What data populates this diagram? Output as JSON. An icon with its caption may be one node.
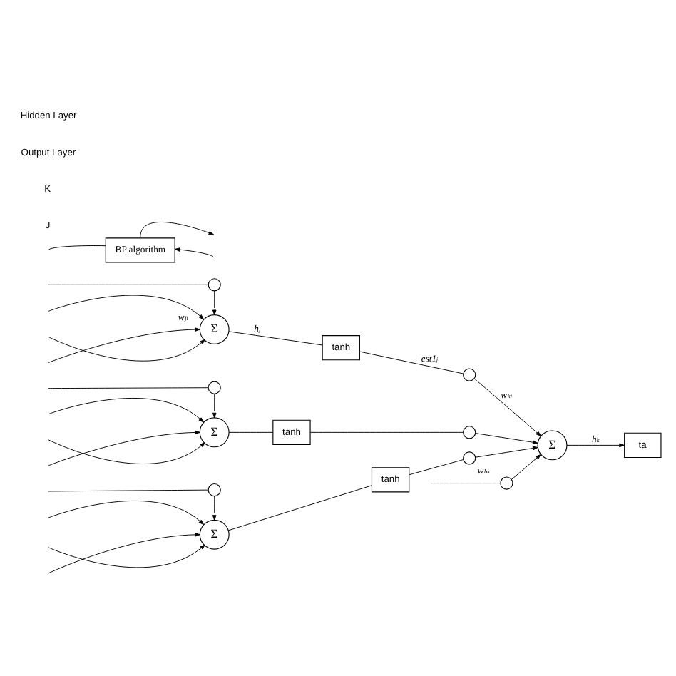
{
  "diagram": {
    "nodes": [
      {
        "text": [],
        "shape": "circle"
      },
      {
        "text": [
          "Σ"
        ]
      },
      {
        "text": [
          "tanh"
        ]
      },
      {
        "text": [],
        "shape": "circle"
      },
      {
        "text": [
          "Σ"
        ]
      },
      {
        "text": [
          "tanh"
        ]
      },
      {
        "text": [],
        "shape": "circle"
      },
      {
        "text": [
          "Σ"
        ]
      },
      {
        "text": [
          "tanh"
        ]
      },
      {
        "text": [],
        "shape": "circle"
      },
      {
        "text": [],
        "shape": "circle"
      },
      {
        "text": [],
        "shape": "circle"
      },
      {
        "text": [],
        "shape": "circle"
      },
      {
        "text": [
          "Σ"
        ]
      },
      {
        "text": [
          "ta"
        ]
      },
      {
        "text": [
          "BP algorithm"
        ]
      }
    ],
    "edges": [
      {
        "from": null,
        "to": 1,
        "arrow": "to"
      },
      {
        "from": null,
        "to": 4,
        "arrow": "to"
      },
      {
        "from": null,
        "to": 7,
        "arrow": "to"
      },
      {
        "from": null,
        "to": 1,
        "arrow": "to",
        "label": "w$_{ji}$"
      },
      {
        "from": null,
        "to": 4,
        "arrow": "to"
      },
      {
        "from": null,
        "to": 7,
        "arrow": "to"
      },
      {
        "from": null,
        "to": 1,
        "arrow": "to"
      },
      {
        "from": null,
        "to": 4,
        "arrow": "to"
      },
      {
        "from": null,
        "to": 7,
        "arrow": "to"
      },
      {
        "from": null,
        "to": 0,
        "arrow": "none"
      },
      {
        "from": null,
        "to": 3,
        "arrow": "none"
      },
      {
        "from": null,
        "to": 6,
        "arrow": "none"
      },
      {
        "from": 0,
        "to": 1,
        "arrow": "to"
      },
      {
        "from": 3,
        "to": 4,
        "arrow": "to"
      },
      {
        "from": 6,
        "to": 7,
        "arrow": "to"
      },
      {
        "from": 1,
        "to": 2,
        "arrow": "none",
        "label": "h$_{j}$"
      },
      {
        "from": 4,
        "to": 5,
        "arrow": "none"
      },
      {
        "from": 7,
        "to": 8,
        "arrow": "none"
      },
      {
        "from": 2,
        "to": 9,
        "arrow": "none",
        "label": "est1$_{j}$"
      },
      {
        "from": 5,
        "to": 10,
        "arrow": "none"
      },
      {
        "from": 8,
        "to": 11,
        "arrow": "none"
      },
      {
        "from": 9,
        "to": 13,
        "arrow": "to",
        "label": "w$_{kj}$"
      },
      {
        "from": 10,
        "to": 13,
        "arrow": "to"
      },
      {
        "from": 11,
        "to": 13,
        "arrow": "to"
      },
      {
        "from": null,
        "to": 12,
        "arrow": "none",
        "label": "w$_{bk}$"
      },
      {
        "from": 12,
        "to": 13,
        "arrow": "to"
      },
      {
        "from": 13,
        "to": 14,
        "arrow": "to",
        "label": "h$_{k}$"
      },
      {
        "from": 15,
        "to": null,
        "arrow": "to"
      },
      {
        "from": 15,
        "to": null,
        "arrow": "none"
      },
      {
        "from": null,
        "to": 15,
        "arrow": "to"
      }
    ],
    "labels": [
      "J",
      "K",
      "Output Layer",
      "Hidden Layer"
    ]
  }
}
